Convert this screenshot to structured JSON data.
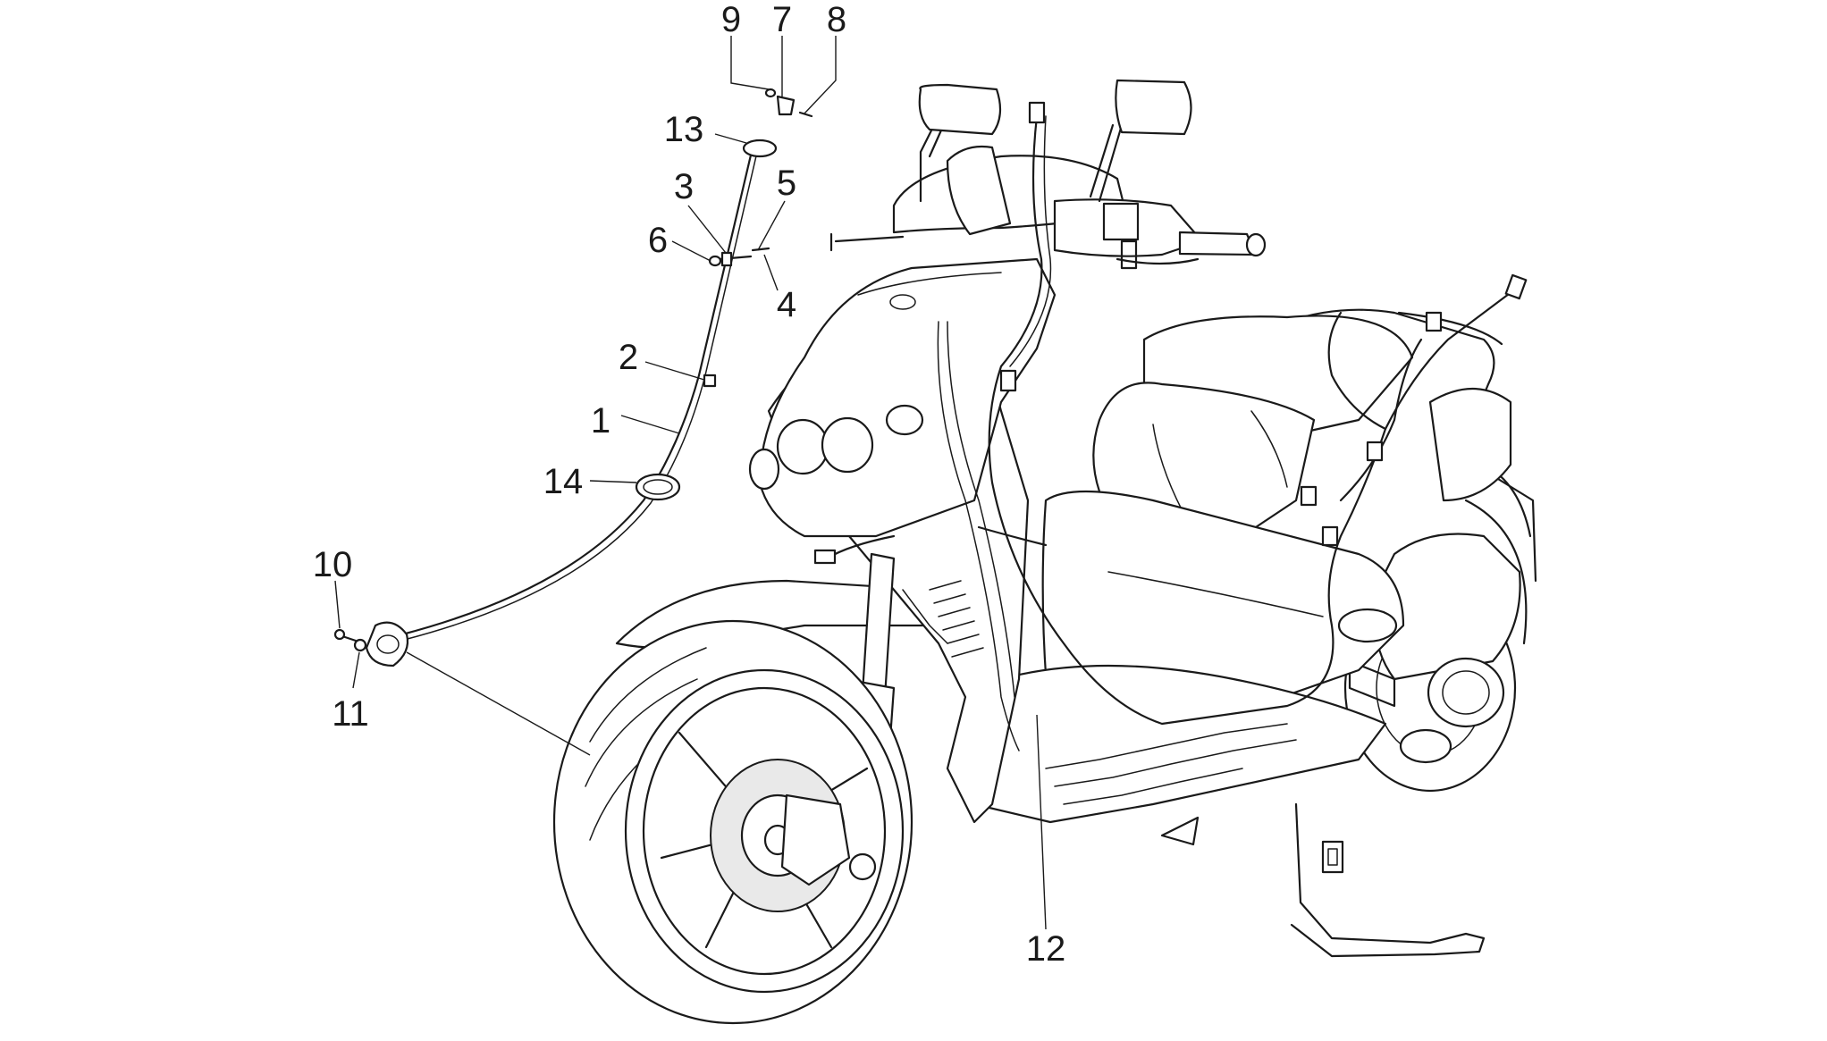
{
  "callouts": [
    {
      "id": "9",
      "label": "9"
    },
    {
      "id": "7",
      "label": "7"
    },
    {
      "id": "8",
      "label": "8"
    },
    {
      "id": "13",
      "label": "13"
    },
    {
      "id": "3",
      "label": "3"
    },
    {
      "id": "5",
      "label": "5"
    },
    {
      "id": "6",
      "label": "6"
    },
    {
      "id": "4",
      "label": "4"
    },
    {
      "id": "2",
      "label": "2"
    },
    {
      "id": "1",
      "label": "1"
    },
    {
      "id": "14",
      "label": "14"
    },
    {
      "id": "10",
      "label": "10"
    },
    {
      "id": "11",
      "label": "11"
    },
    {
      "id": "12",
      "label": "12"
    }
  ]
}
